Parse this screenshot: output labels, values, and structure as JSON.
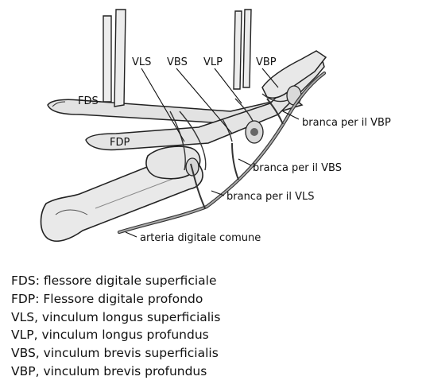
{
  "labels": {
    "fds": "FDS",
    "fdp": "FDP",
    "vls": "VLS",
    "vbs": "VBS",
    "vlp": "VLP",
    "vbp": "VBP",
    "branch_vbp": "branca per il VBP",
    "branch_vbs": "branca per il VBS",
    "branch_vls": "branca per il VLS",
    "artery": "arteria digitale comune"
  },
  "legend": [
    "FDS: flessore digitale superficiale",
    "FDP: Flessore digitale profondo",
    "VLS, vinculum longus superficialis",
    "VLP, vinculum longus profundus",
    "VBS, vinculum brevis superficialis",
    "VBP, vinculum brevis profundus"
  ]
}
